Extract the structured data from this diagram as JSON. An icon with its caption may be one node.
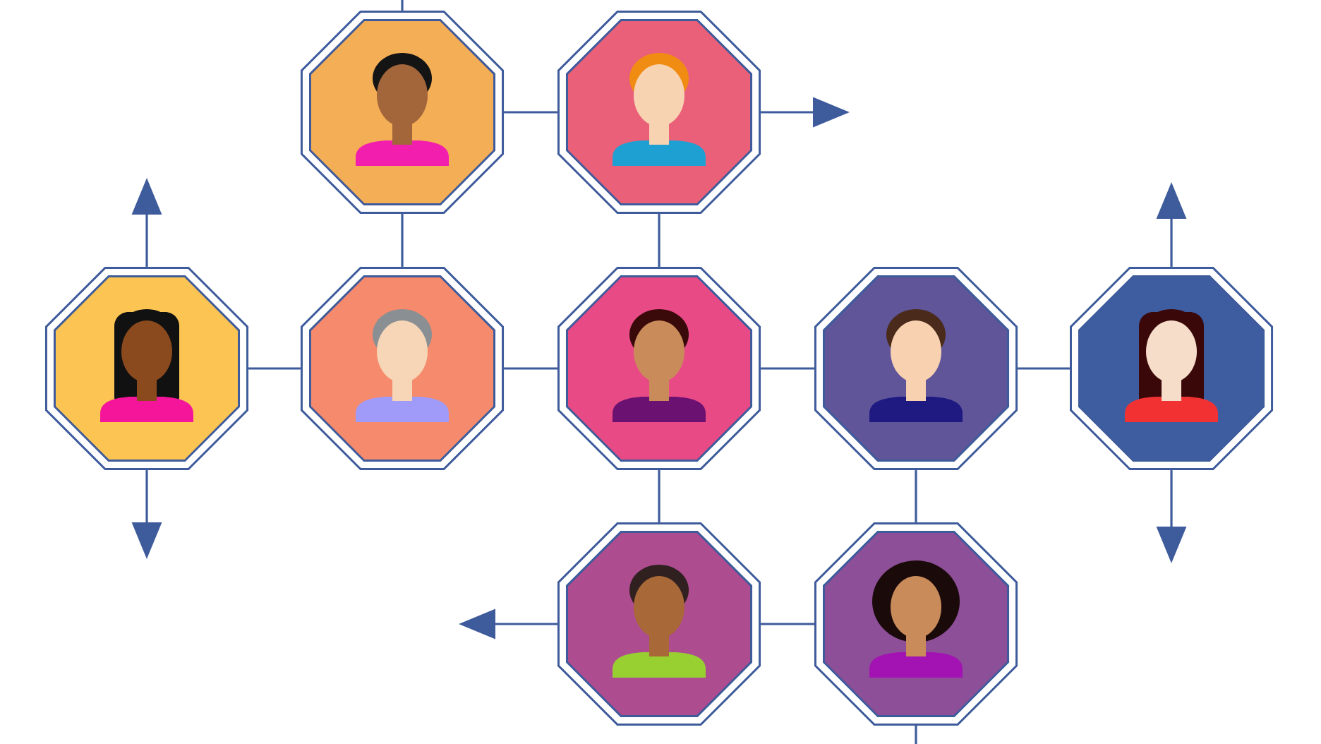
{
  "diagram": {
    "nodes": [
      {
        "text": [],
        "shape": "octagon"
      },
      {
        "text": [],
        "shape": "octagon"
      },
      {
        "text": [],
        "shape": "octagon"
      },
      {
        "text": [],
        "shape": "octagon"
      },
      {
        "text": [],
        "shape": "octagon"
      },
      {
        "text": [],
        "shape": "octagon"
      },
      {
        "text": [],
        "shape": "octagon"
      },
      {
        "text": [],
        "shape": "octagon"
      },
      {
        "text": [],
        "shape": "octagon"
      }
    ],
    "edges": [
      {
        "from": 0,
        "to": null,
        "arrow": "none"
      },
      {
        "from": 0,
        "to": 1,
        "arrow": "none"
      },
      {
        "from": 1,
        "to": null,
        "arrow": "to"
      },
      {
        "from": 0,
        "to": 3,
        "arrow": "none"
      },
      {
        "from": 1,
        "to": 4,
        "arrow": "none"
      },
      {
        "from": 2,
        "to": null,
        "arrow": "to"
      },
      {
        "from": 2,
        "to": 3,
        "arrow": "none"
      },
      {
        "from": 3,
        "to": 4,
        "arrow": "none"
      },
      {
        "from": 4,
        "to": 5,
        "arrow": "none"
      },
      {
        "from": 5,
        "to": 6,
        "arrow": "none"
      },
      {
        "from": 6,
        "to": null,
        "arrow": "to"
      },
      {
        "from": 2,
        "to": null,
        "arrow": "to"
      },
      {
        "from": 6,
        "to": null,
        "arrow": "to"
      },
      {
        "from": 4,
        "to": 7,
        "arrow": "none"
      },
      {
        "from": 5,
        "to": 8,
        "arrow": "none"
      },
      {
        "from": 7,
        "to": null,
        "arrow": "to"
      },
      {
        "from": 7,
        "to": 8,
        "arrow": "none"
      },
      {
        "from": 8,
        "to": null,
        "arrow": "none"
      }
    ]
  }
}
